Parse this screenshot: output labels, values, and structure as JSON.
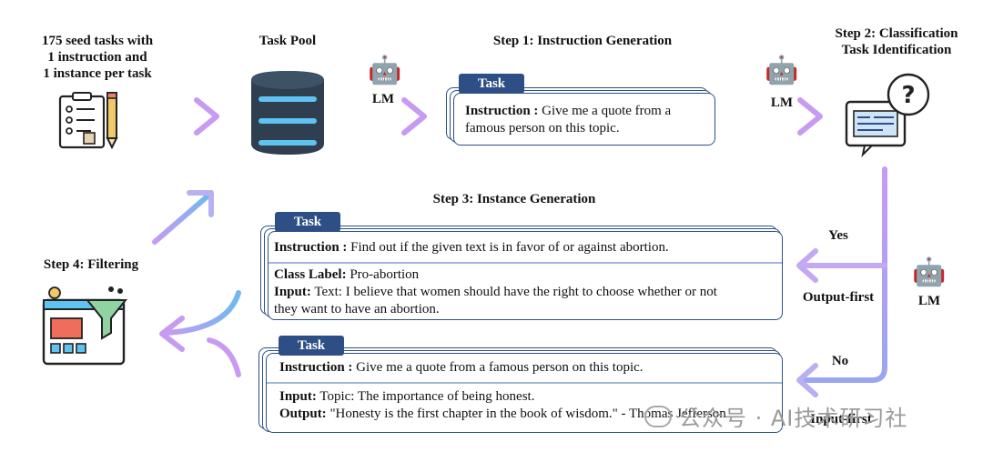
{
  "seed": {
    "line1": "175 seed tasks with",
    "line2": "1 instruction and",
    "line3": "1 instance per task"
  },
  "task_pool": {
    "label": "Task Pool"
  },
  "lm": {
    "label": "LM"
  },
  "step1": {
    "title": "Step 1: Instruction Generation",
    "tab": "Task",
    "instruction_key": "Instruction :",
    "instruction_value": " Give me a quote from a",
    "instruction_value2": "famous person on this topic."
  },
  "step2": {
    "line1": "Step 2: Classification",
    "line2": "Task Identification"
  },
  "step3": {
    "title": "Step 3: Instance Generation",
    "card1": {
      "tab": "Task",
      "instruction_key": "Instruction :",
      "instruction_value": " Find out if the given text is in favor of or against abortion.",
      "class_key": "Class Label:",
      "class_value": " Pro-abortion",
      "input_key": "Input:",
      "input_value": " Text: I believe that women should have the right to choose whether or not",
      "input_value2": "they want to have an abortion."
    },
    "card2": {
      "tab": "Task",
      "instruction_key": "Instruction :",
      "instruction_value": " Give me a quote from a famous person on this topic.",
      "input_key": "Input:",
      "input_value": " Topic: The importance of being honest.",
      "output_key": "Output:",
      "output_value": " \"Honesty is the first chapter in the book of wisdom.\" - Thomas Jefferson"
    }
  },
  "branch": {
    "yes": "Yes",
    "output_first": "Output-first",
    "no": "No",
    "input_first": "Input-first"
  },
  "step4": {
    "title": "Step 4: Filtering"
  },
  "watermark": {
    "text": "公众号 · AI技术研习社"
  },
  "colors": {
    "navy": "#2e4f86",
    "arrow_start": "#6fb9f0",
    "arrow_end": "#c79bf2",
    "db": "#2f3f50"
  }
}
